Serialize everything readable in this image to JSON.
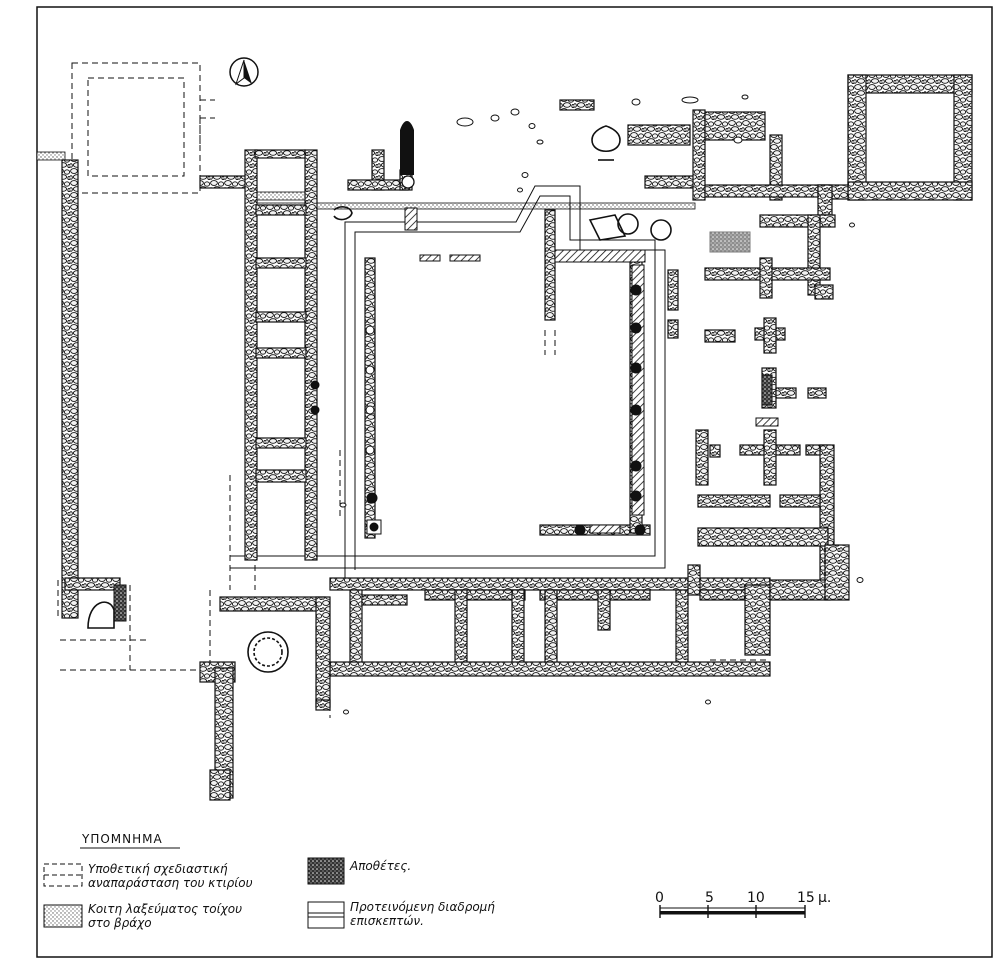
{
  "plan": {
    "north_arrow_icon": "north-arrow-icon"
  },
  "legend": {
    "title": "ΥΠΟΜΝΗΜΑ",
    "items": [
      {
        "symbol": "dashed-outline",
        "line1": "Υποθετική σχεδιαστική",
        "line2": "αναπαράσταση του κτιρίου"
      },
      {
        "symbol": "dotted-fill",
        "line1": "Κοιτη λαξεύματος τοίχου",
        "line2": "στο βράχο"
      },
      {
        "symbol": "dense-hatch",
        "line1": "Αποθέτες.",
        "line2": ""
      },
      {
        "symbol": "double-line",
        "line1": "Προτεινόμενη διαδρομή",
        "line2": "επισκεπτών."
      }
    ]
  },
  "scale": {
    "ticks": [
      "0",
      "5",
      "10"
    ],
    "last_tick": "15",
    "unit": "μ."
  },
  "colors": {
    "ink": "#111111",
    "paper": "#ffffff",
    "stipple": "#bcbcbc",
    "stone": "#f2f2f2"
  }
}
